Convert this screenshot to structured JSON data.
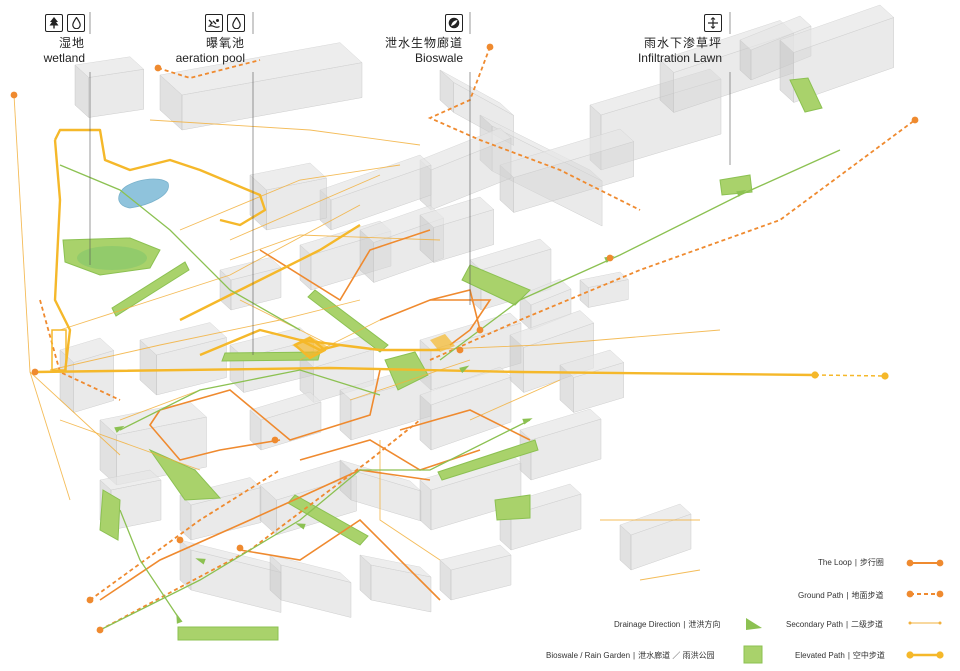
{
  "callouts": [
    {
      "id": "wetland",
      "zh": "湿地",
      "en": "wetland",
      "icons": [
        "tree-icon",
        "water-drop-icon"
      ]
    },
    {
      "id": "aeration",
      "zh": "曝氧池",
      "en": "aeration pool",
      "icons": [
        "aeration-icon",
        "water-drop-icon"
      ]
    },
    {
      "id": "bioswale",
      "zh": "泄水生物廊道",
      "en": "Bioswale",
      "icons": [
        "leaf-icon"
      ]
    },
    {
      "id": "lawn",
      "zh": "雨水下渗草坪",
      "en": "Infiltration  Lawn",
      "icons": [
        "infiltration-icon"
      ]
    }
  ],
  "legend": {
    "loop": {
      "en": "The Loop",
      "zh": "步行圈"
    },
    "ground": {
      "en": "Ground Path",
      "zh": "地面步道"
    },
    "secondary": {
      "en": "Secondary Path",
      "zh": "二级步道"
    },
    "elevated": {
      "en": "Elevated Path",
      "zh": "空中步道"
    },
    "drainage": {
      "en": "Drainage Direction",
      "zh": "泄洪方向"
    },
    "bioswale": {
      "en": "Bioswale / Rain Garden",
      "zh": "泄水廊道 ／ 雨洪公园"
    },
    "separator": "|"
  },
  "colors": {
    "loop": "#ef8a2f",
    "ground": "#ef8a2f",
    "secondary": "#f2b03c",
    "elevated": "#f5b82a",
    "green": "#8cc152",
    "green_fill": "#a9d26b",
    "water": "#8fc3dc",
    "building": "#d9d9d9"
  }
}
